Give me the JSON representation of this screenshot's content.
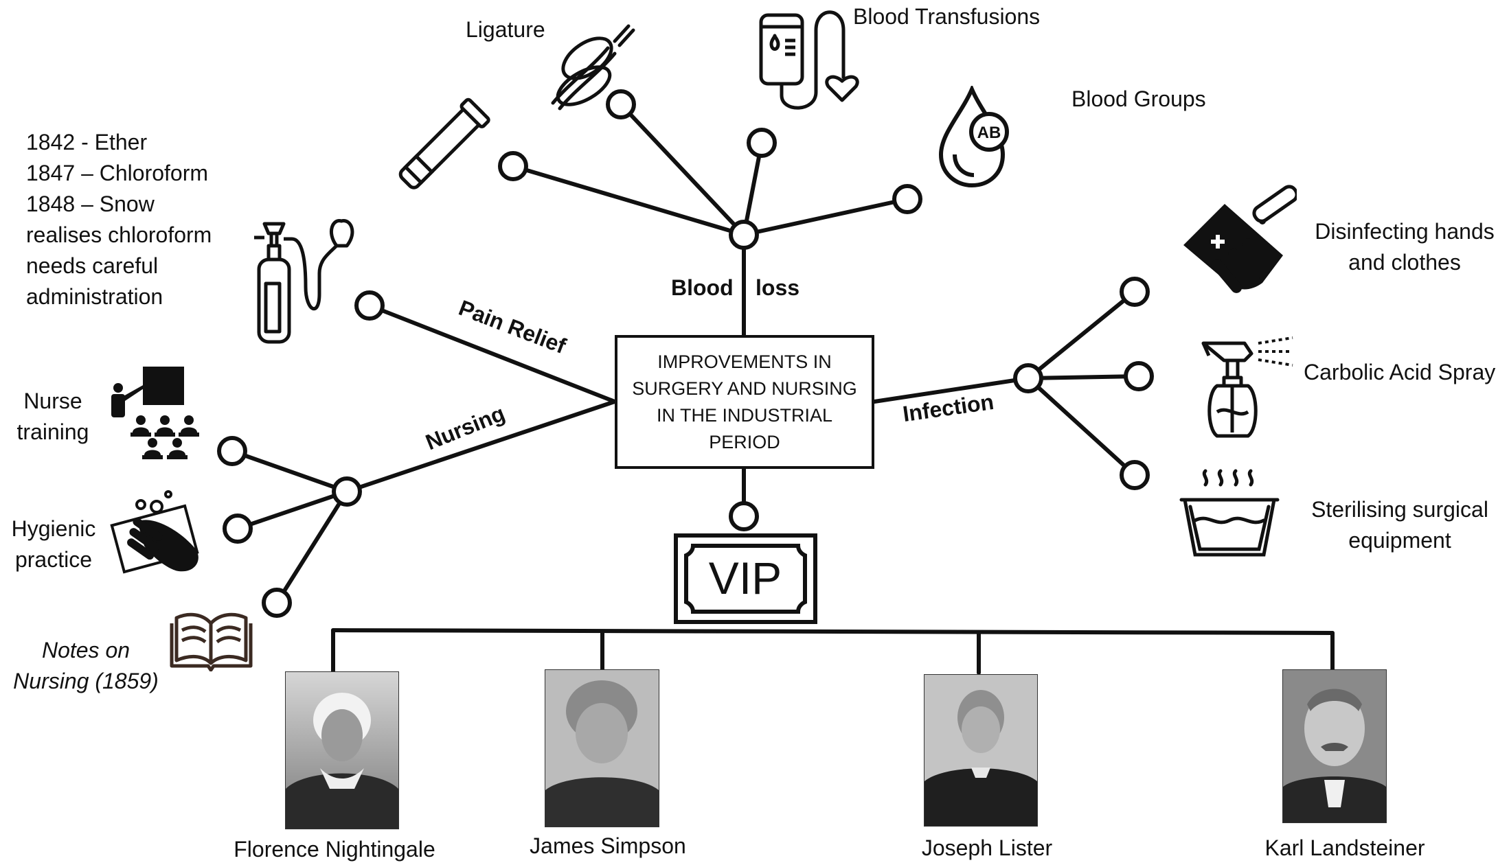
{
  "central": {
    "title_lines": [
      "IMPROVEMENTS IN",
      "SURGERY AND NURSING",
      "IN THE INDUSTRIAL",
      "PERIOD"
    ]
  },
  "branches": {
    "pain_relief": "Pain Relief",
    "blood_loss_a": "Blood",
    "blood_loss_b": "loss",
    "infection": "Infection",
    "nursing": "Nursing"
  },
  "vip": {
    "label": "VIP"
  },
  "blood_loss_leaves": {
    "ligature": "Ligature",
    "transfusions": "Blood Transfusions",
    "groups": "Blood Groups",
    "ab_badge": "AB"
  },
  "pain_relief_leaves": {
    "lines": [
      "1842 - Ether",
      "1847 – Chloroform",
      "1848 – Snow",
      "realises chloroform",
      "needs careful",
      "administration"
    ]
  },
  "infection_leaves": {
    "disinfect_1": "Disinfecting hands",
    "disinfect_2": "and clothes",
    "carbolic": "Carbolic Acid Spray",
    "sterilise_1": "Sterilising surgical",
    "sterilise_2": "equipment"
  },
  "nursing_leaves": {
    "training_1": "Nurse",
    "training_2": "training",
    "hygiene_1": "Hygienic",
    "hygiene_2": "practice",
    "notes_1": "Notes on",
    "notes_2": "Nursing (1859)"
  },
  "people": [
    {
      "name": "Florence Nightingale"
    },
    {
      "name": "James Simpson"
    },
    {
      "name": "Joseph Lister"
    },
    {
      "name": "Karl Landsteiner"
    }
  ]
}
